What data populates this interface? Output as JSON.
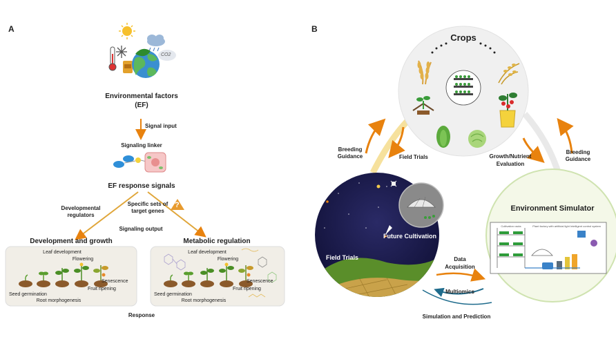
{
  "panel_a": {
    "letter": "A",
    "ef_title": "Environmental factors",
    "ef_abbr": "(EF)",
    "signal_input": "Signal input",
    "signaling_linker": "Signaling linker",
    "ef_response": "EF response signals",
    "dev_regulators_1": "Developmental",
    "dev_regulators_2": "regulators",
    "specific_1": "Specific sets of",
    "specific_2": "target genes",
    "signaling_output": "Signaling output",
    "dev_growth": "Development and growth",
    "metabolic": "Metabolic regulation",
    "leaf_dev": "Leaf development",
    "flowering": "Flowering",
    "senescence": "Senescence",
    "fruit_ripening": "Fruit ripening",
    "seed_germination": "Seed germination",
    "root_morph": "Root morphogenesis",
    "response": "Response",
    "question_mark": "?",
    "co2": "CO2"
  },
  "panel_b": {
    "letter": "B",
    "crops": "Crops",
    "breeding_1": "Breeding",
    "breeding_2": "Guidance",
    "field_trials_arrow": "Field Trials",
    "growth_1": "Growth/Nutrient",
    "growth_2": "Evaluation",
    "future_cultivation": "Future Cultivation",
    "field_trials_circle": "Field Trials",
    "env_simulator": "Environment Simulator",
    "data_1": "Data",
    "data_2": "Acquisition",
    "multiomics": "Multiomics",
    "simulation": "Simulation and Prediction",
    "factory_label": "Plant factory with artificial light",
    "cultivation_racks": "Cultivation racks",
    "control_system": "Intelligent control system"
  },
  "colors": {
    "arrow_orange": "#e8820e",
    "arrow_light": "#f5dc8c",
    "arrow_blue": "#1e6b8c",
    "night_sky": "#1b1b4a",
    "simulator_fill": "#f4f8e8",
    "simulator_ring": "#cfe3b0",
    "crops_circle": "#f0f0f0"
  }
}
